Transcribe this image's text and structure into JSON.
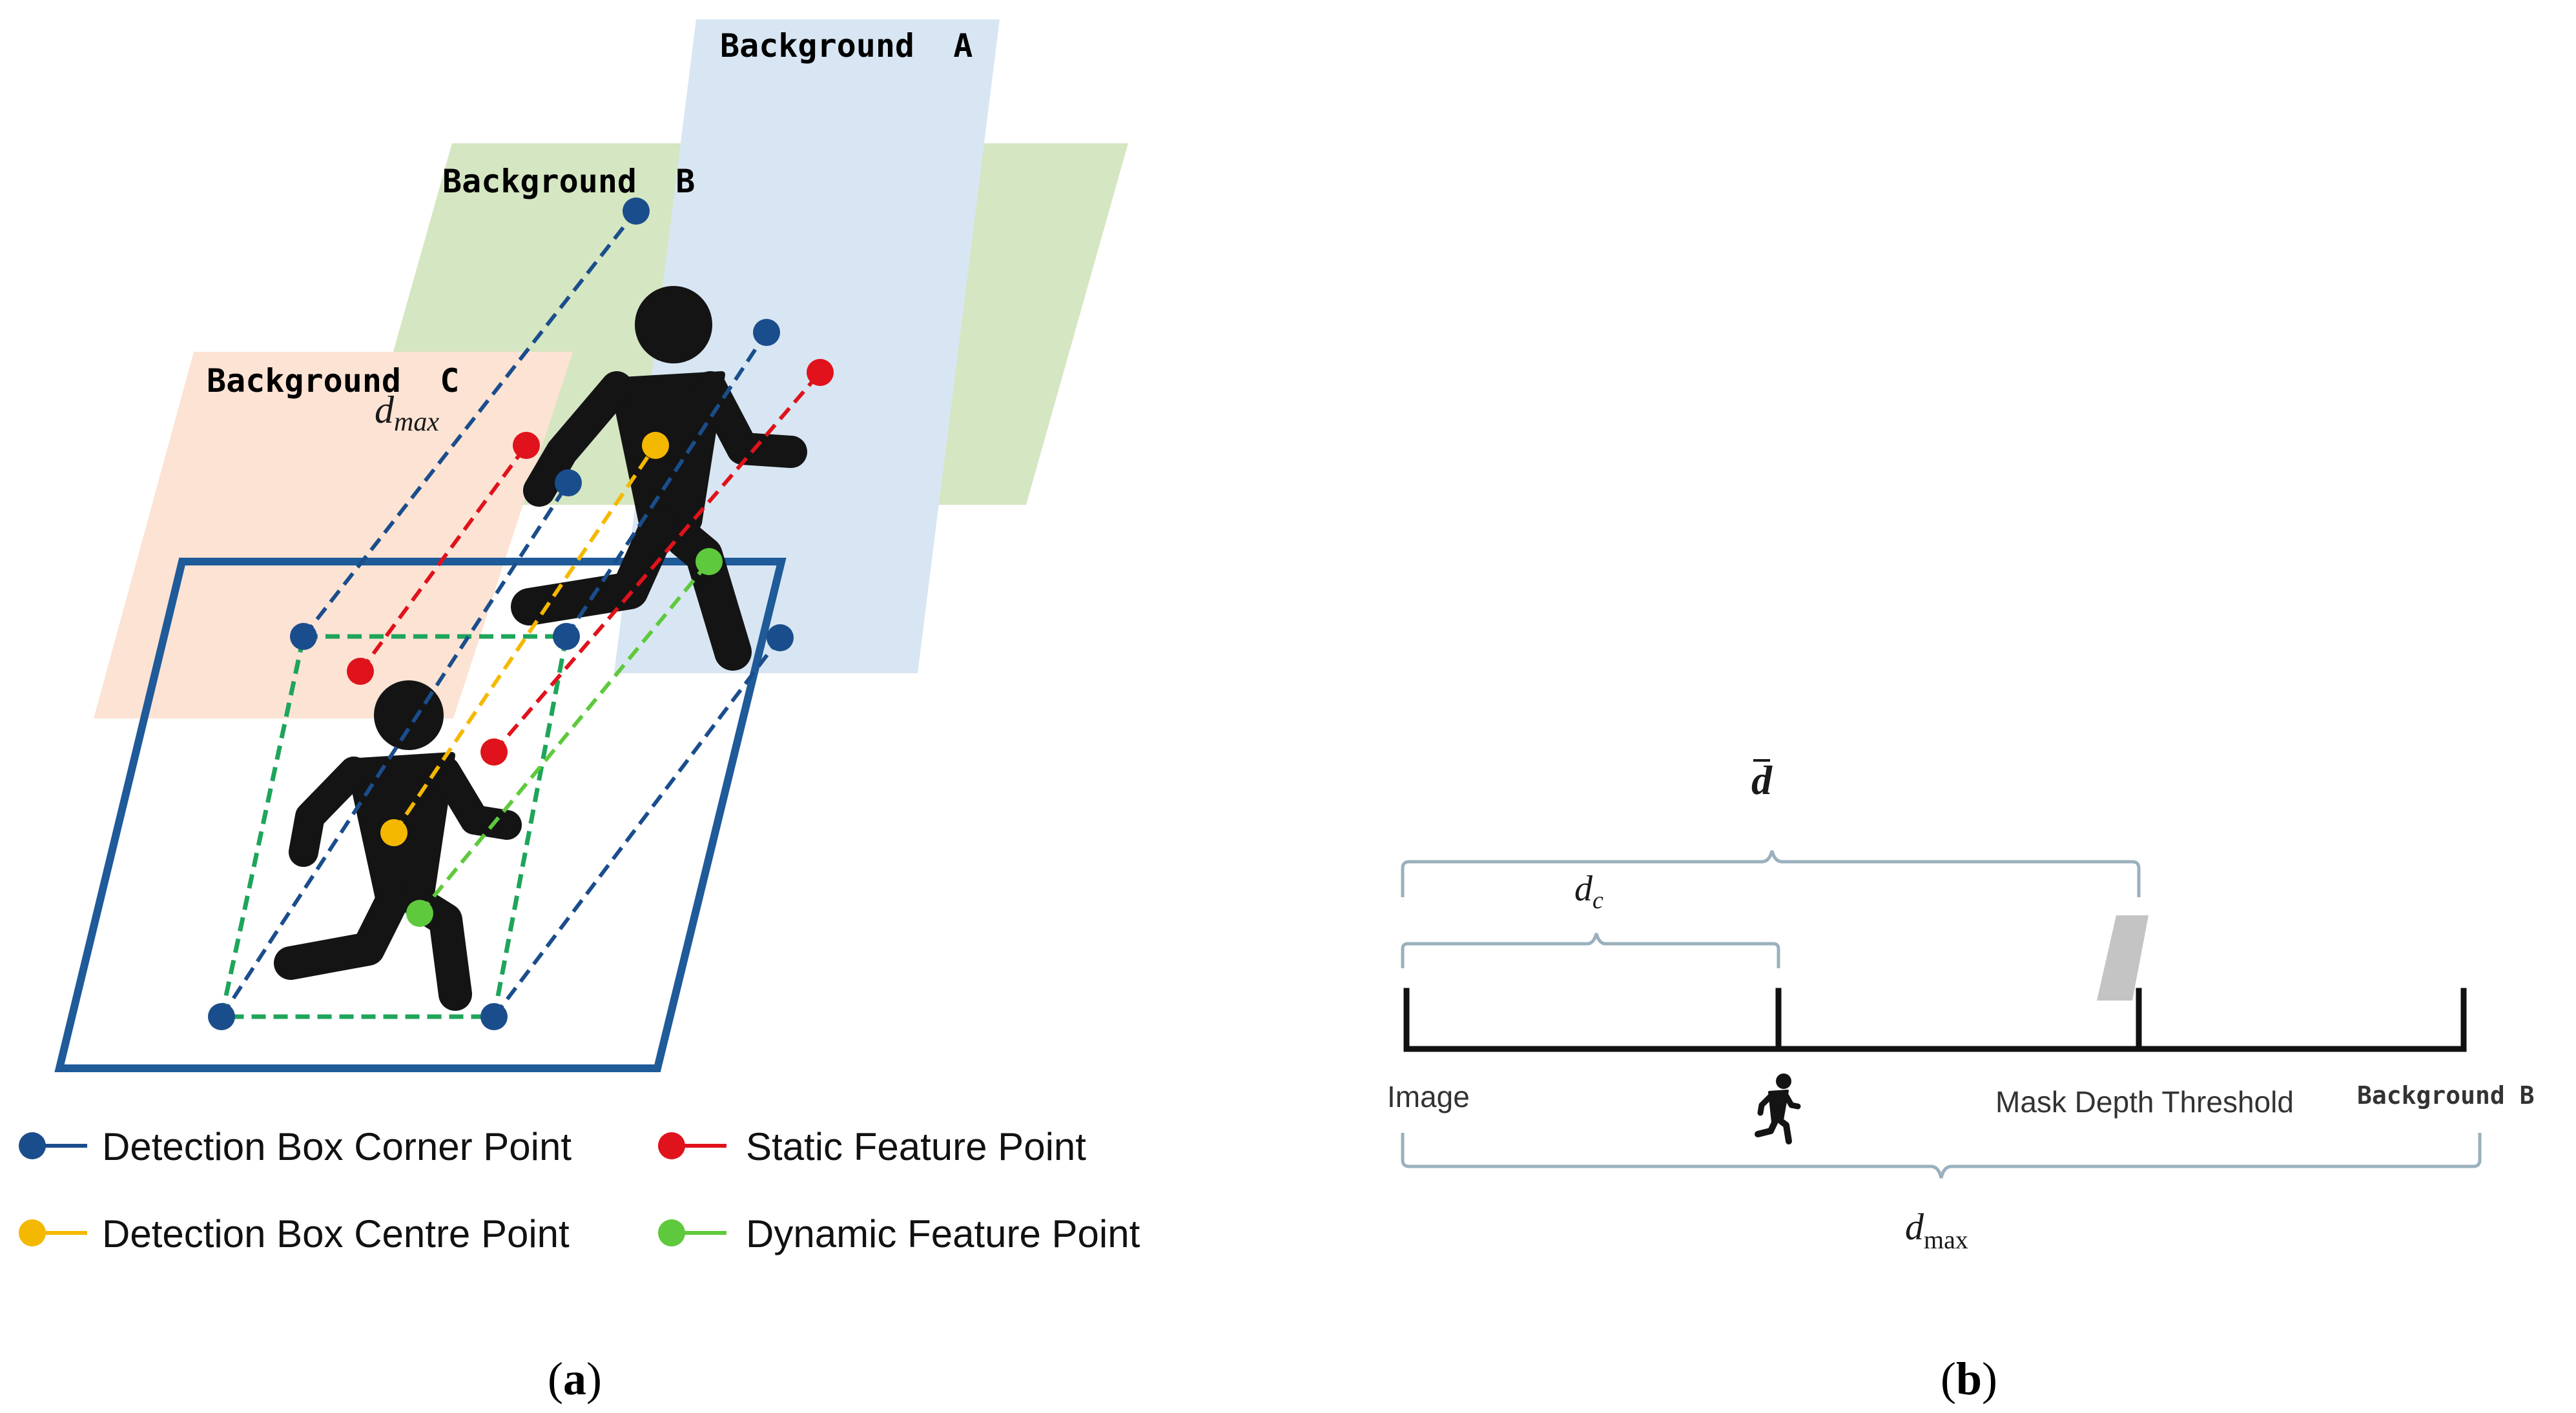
{
  "panel_a": {
    "backgrounds": {
      "a": {
        "label": "Background  A",
        "color": "#d8e6f3"
      },
      "b": {
        "label": "Background  B",
        "color": "#d5e6c2"
      },
      "c": {
        "label": "Background  C",
        "color": "#fce3d4"
      }
    },
    "dmax_symbol": "d",
    "dmax_subscript": "max",
    "legend": [
      {
        "label": "Detection Box Corner Point",
        "color": "#1a4d8c"
      },
      {
        "label": "Static Feature Point",
        "color": "#e0121b"
      },
      {
        "label": "Detection Box Centre Point",
        "color": "#f5b800"
      },
      {
        "label": "Dynamic Feature Point",
        "color": "#5ec93c"
      }
    ],
    "caption": "a"
  },
  "panel_b": {
    "d_bar_symbol": "d",
    "dc_symbol": "d",
    "dc_subscript": "c",
    "dmax_symbol": "d",
    "dmax_subscript": "max",
    "labels": {
      "image": "Image",
      "mask_depth_threshold": "Mask Depth Threshold",
      "background_b": "Background B"
    },
    "caption": "b"
  },
  "colors": {
    "frame": "#1f5a99",
    "corner": "#1a4d8c",
    "static": "#e0121b",
    "centre": "#f5b800",
    "dynamic": "#5ec93c",
    "box_dashed": "#1ea55a",
    "silhouette": "#141414",
    "brace": "#9ab0bd",
    "threshold_plane": "#c4c4c4"
  }
}
